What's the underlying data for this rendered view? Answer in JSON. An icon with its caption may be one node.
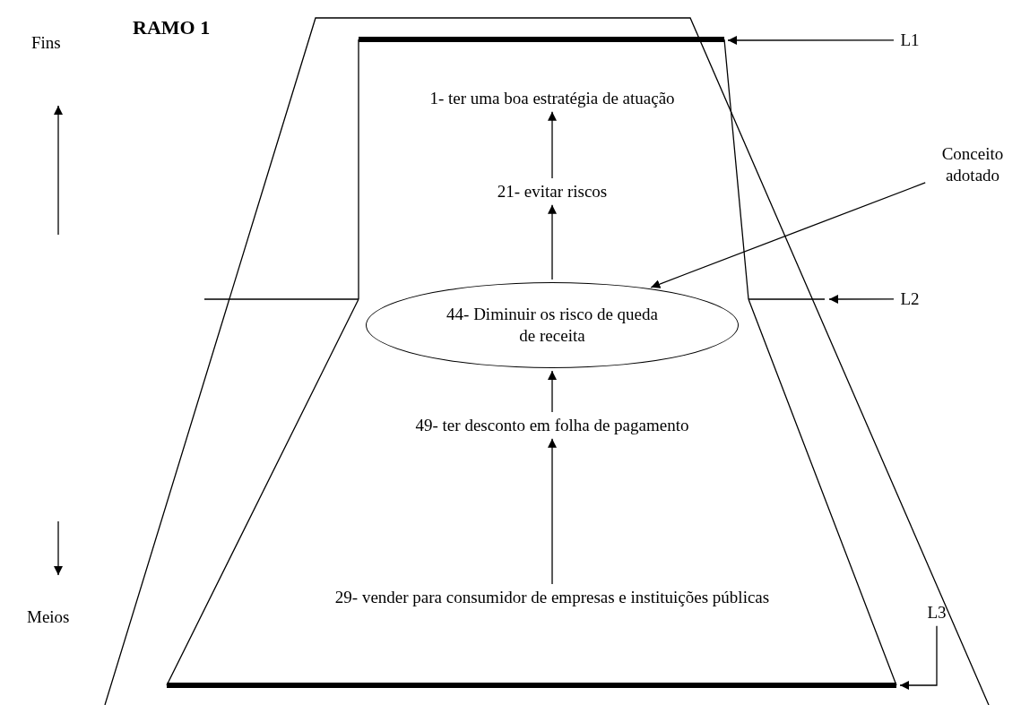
{
  "diagram": {
    "nodes": [
      {
        "text": [
          "1- ter uma boa estratégia de atuação"
        ]
      },
      {
        "text": [
          "21- evitar riscos"
        ]
      },
      {
        "text": [
          "44- Diminuir os risco de queda de receita"
        ]
      },
      {
        "text": [
          "49- ter desconto em folha de pagamento"
        ]
      },
      {
        "text": [
          "29- vender para consumidor de empresas e instituições públicas"
        ]
      },
      {
        "text": [
          "Conceito adotado"
        ]
      },
      {
        "text": [
          "L1"
        ]
      },
      {
        "text": [
          "L2"
        ]
      },
      {
        "text": [
          "L3"
        ]
      }
    ],
    "edges": [
      {
        "from": 4,
        "to": 3,
        "arrow": "to"
      },
      {
        "from": 3,
        "to": 2,
        "arrow": "to"
      },
      {
        "from": 2,
        "to": 1,
        "arrow": "to"
      },
      {
        "from": 1,
        "to": 0,
        "arrow": "to"
      },
      {
        "from": 5,
        "to": 2,
        "arrow": "to"
      },
      {
        "from": 6,
        "to": null,
        "arrow": "to"
      },
      {
        "from": 7,
        "to": null,
        "arrow": "to"
      },
      {
        "from": 8,
        "to": null,
        "arrow": "to"
      }
    ],
    "labels": [
      "RAMO 1",
      "Fins",
      "Meios"
    ]
  }
}
